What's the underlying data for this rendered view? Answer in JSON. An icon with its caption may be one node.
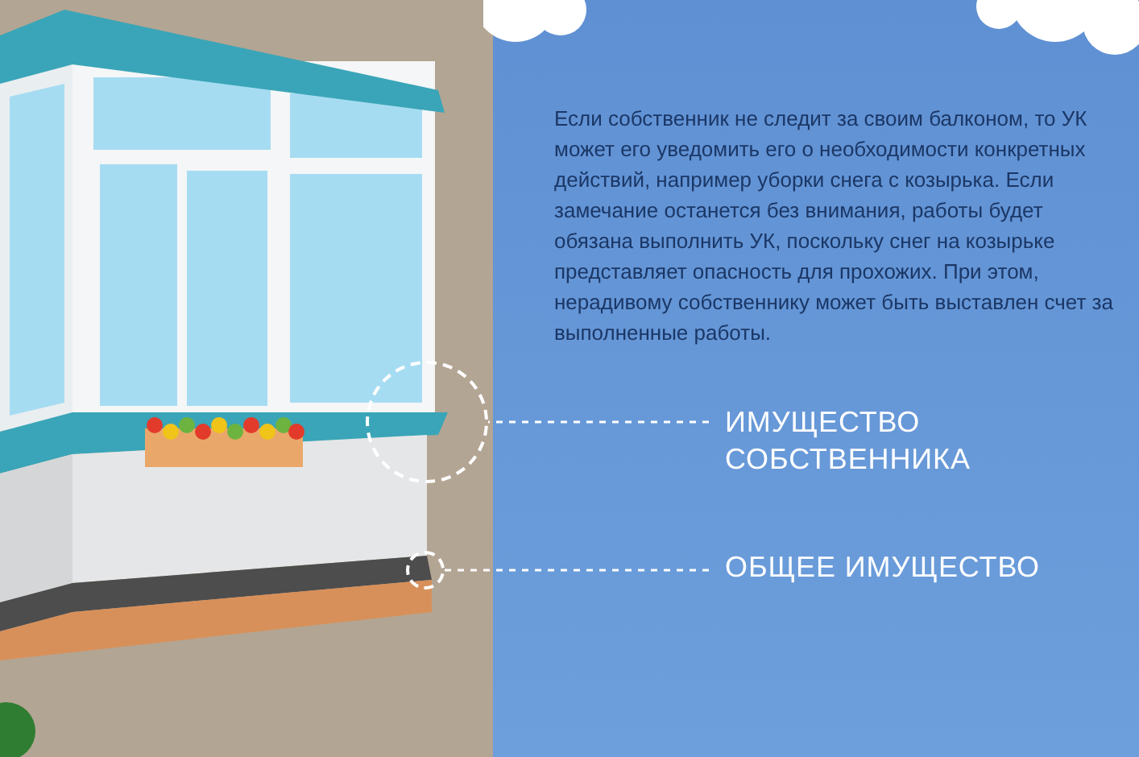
{
  "diagram": {
    "nodes": [
      {
        "text": [],
        "shape": "circle"
      },
      {
        "text": [],
        "shape": "circle"
      },
      {
        "text": [
          "ИМУЩЕСТВО СОБСТВЕННИКА"
        ]
      },
      {
        "text": [
          "ОБЩЕЕ ИМУЩЕСТВО"
        ]
      }
    ],
    "edges": [
      {
        "from": 2,
        "to": 0,
        "arrow": "none",
        "style": "dashed"
      },
      {
        "from": 3,
        "to": 1,
        "arrow": "none",
        "style": "dashed"
      }
    ],
    "labels": [
      "Если собственник не следит за своим балконом, то УК может его уведомить его о необходимости конкретных действий, например уборки снега с козырька. Если замечание останется без внимания, работы будет обязана выполнить УК, поскольку снег на козырьке представляет опасность для прохожих. При этом, нерадивому собственнику может быть выставлен счет за выполненные работы."
    ]
  }
}
